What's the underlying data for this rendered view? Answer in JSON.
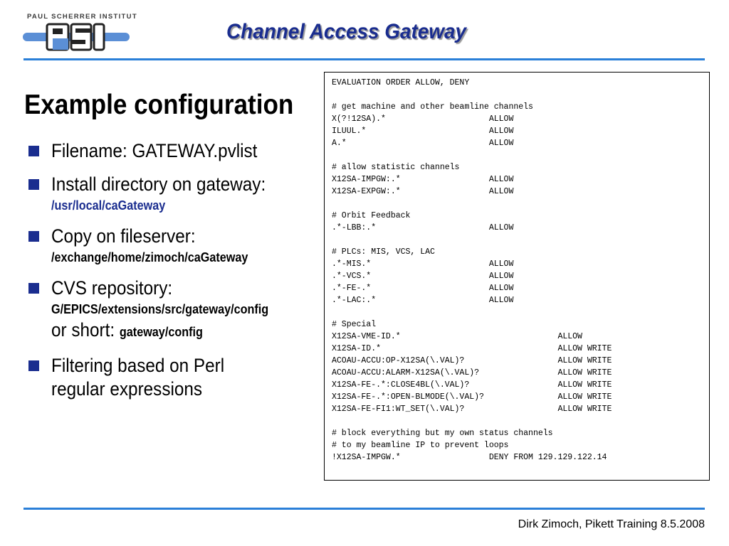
{
  "header": {
    "org_caption": "PAUL SCHERRER INSTITUT",
    "logo_text": "PSI",
    "title": "Channel Access Gateway"
  },
  "slide": {
    "heading": "Example configuration",
    "bullets": [
      {
        "text": "Filename: GATEWAY.pvlist"
      },
      {
        "text": "Install directory on gateway:",
        "sub": "/usr/local/caGateway"
      },
      {
        "text": "Copy on fileserver:",
        "sub": "/exchange/home/zimoch/caGateway"
      },
      {
        "text": "CVS repository:",
        "sub": "G/EPICS/extensions/src/gateway/config",
        "extra_prefix": "or short: ",
        "extra_value": "gateway/config"
      },
      {
        "line1": "Filtering based on Perl",
        "line2": "regular expressions"
      }
    ]
  },
  "config_file": {
    "content": "EVALUATION ORDER ALLOW, DENY\n\n# get machine and other beamline channels\nX(?!12SA).*                     ALLOW\nILUUL.*                         ALLOW\nA.*                             ALLOW\n\n# allow statistic channels\nX12SA-IMPGW:.*                  ALLOW\nX12SA-EXPGW:.*                  ALLOW\n\n# Orbit Feedback\n.*-LBB:.*                       ALLOW\n\n# PLCs: MIS, VCS, LAC\n.*-MIS.*                        ALLOW\n.*-VCS.*                        ALLOW\n.*-FE-.*                        ALLOW\n.*-LAC:.*                       ALLOW\n\n# Special\nX12SA-VME-ID.*                                ALLOW\nX12SA-ID.*                                    ALLOW WRITE\nACOAU-ACCU:OP-X12SA(\\.VAL)?                   ALLOW WRITE\nACOAU-ACCU:ALARM-X12SA(\\.VAL)?                ALLOW WRITE\nX12SA-FE-.*:CLOSE4BL(\\.VAL)?                  ALLOW WRITE\nX12SA-FE-.*:OPEN-BLMODE(\\.VAL)?               ALLOW WRITE\nX12SA-FE-FI1:WT_SET(\\.VAL)?                   ALLOW WRITE\n\n# block everything but my own status channels\n# to my beamline IP to prevent loops\n!X12SA-IMPGW.*                  DENY FROM 129.129.122.14"
  },
  "footer": {
    "text": "Dirk Zimoch, Pikett Training 8.5.2008"
  },
  "colors": {
    "title_blue": "#1a2d8f",
    "rule_blue": "#2a7fd8",
    "logo_blue": "#5b8fd6"
  }
}
